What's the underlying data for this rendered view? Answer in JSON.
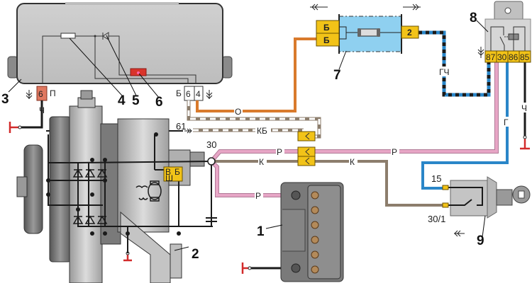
{
  "diagram": {
    "title": "Alternator charging circuit wiring diagram",
    "components": [
      {
        "id": "1",
        "name": "battery"
      },
      {
        "id": "2",
        "name": "generator"
      },
      {
        "id": "3",
        "name": "instrument cluster"
      },
      {
        "id": "4",
        "name": "resistor"
      },
      {
        "id": "5",
        "name": "diode"
      },
      {
        "id": "6",
        "name": "charge warning lamp"
      },
      {
        "id": "7",
        "name": "fuse block"
      },
      {
        "id": "8",
        "name": "relay"
      },
      {
        "id": "9",
        "name": "ignition switch"
      }
    ],
    "callouts": {
      "c1": "1",
      "c2": "2",
      "c3": "3",
      "c4": "4",
      "c5": "5",
      "c6": "6",
      "c7": "7",
      "c8": "8",
      "c9": "9"
    },
    "cluster_pins": {
      "left_pin": "6",
      "left_label": "П",
      "right_label": "Б",
      "right_pin_a": "6",
      "right_pin_b": "4"
    },
    "fuse_block": {
      "in_a": "Б",
      "in_b": "Б",
      "out": "2"
    },
    "relay_pins": [
      "87",
      "30",
      "86",
      "85"
    ],
    "regulator_pins": {
      "b": "В",
      "batt": "Б",
      "sh": "Ш"
    },
    "terminals": {
      "t30": "30",
      "t61": "61",
      "t15": "15",
      "t30_1": "30/1"
    },
    "wire_labels": {
      "ch_cluster": "Ч",
      "o_orange": "О",
      "kb": "КБ",
      "r1": "Р",
      "r2": "Р",
      "r3": "Р",
      "k1": "К",
      "k2": "К",
      "gch": "ГЧ",
      "g_relay": "Г",
      "ch_relay": "Ч"
    },
    "colors": {
      "pink": "#e7a6c6",
      "orange": "#d97a2c",
      "brown": "#8c7d6c",
      "blue": "#2a86c8",
      "black": "#1a1a1a",
      "ground": "#d22b2b",
      "connector": "#f2c318",
      "housing": "#c8c8c8",
      "fuse_box": "#8fd0f0",
      "lamp": "#d9342b"
    }
  }
}
